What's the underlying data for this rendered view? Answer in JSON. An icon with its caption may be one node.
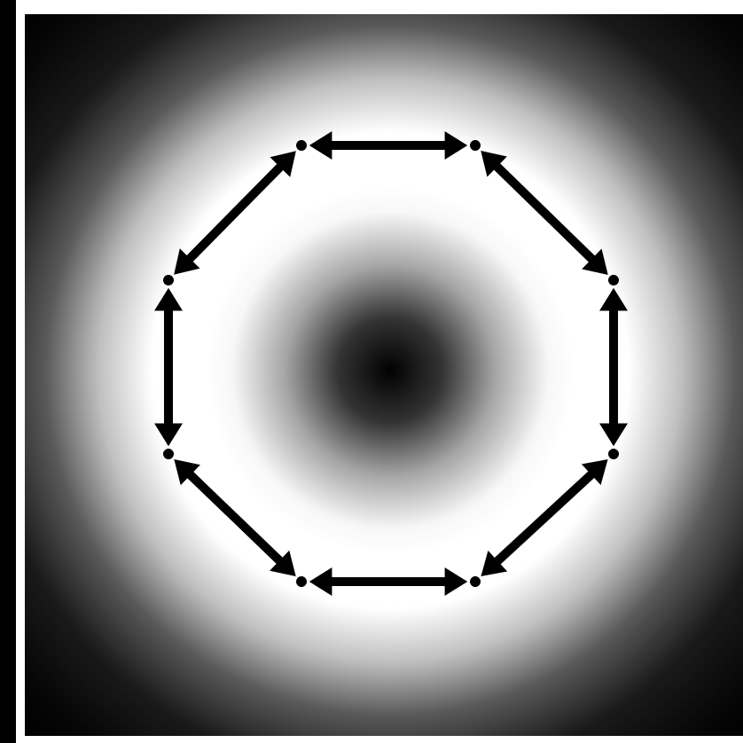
{
  "diagram": {
    "nodes": [
      {
        "text": [],
        "shape": "point"
      },
      {
        "text": [],
        "shape": "point"
      },
      {
        "text": [],
        "shape": "point"
      },
      {
        "text": [],
        "shape": "point"
      },
      {
        "text": [],
        "shape": "point"
      },
      {
        "text": [],
        "shape": "point"
      },
      {
        "text": [],
        "shape": "point"
      },
      {
        "text": [],
        "shape": "point"
      }
    ],
    "edges": [
      {
        "from": 0,
        "to": 1,
        "arrow": "both"
      },
      {
        "from": 1,
        "to": 2,
        "arrow": "both"
      },
      {
        "from": 2,
        "to": 3,
        "arrow": "both"
      },
      {
        "from": 3,
        "to": 4,
        "arrow": "both"
      },
      {
        "from": 4,
        "to": 5,
        "arrow": "both"
      },
      {
        "from": 5,
        "to": 6,
        "arrow": "both"
      },
      {
        "from": 6,
        "to": 7,
        "arrow": "both"
      },
      {
        "from": 7,
        "to": 0,
        "arrow": "both"
      }
    ]
  }
}
